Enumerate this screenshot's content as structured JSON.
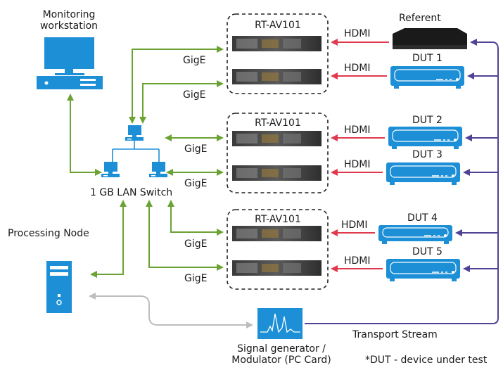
{
  "labels": {
    "monitoring": "Monitoring\nworkstation",
    "switch": "1 GB LAN Switch",
    "processing": "Processing Node",
    "signal_gen": "Signal generator /\nModulator (PC Card)",
    "footnote": "*DUT - device under test",
    "transport": "Transport Stream",
    "referent": "Referent",
    "rack1": "RT-AV101",
    "rack2": "RT-AV101",
    "rack3": "RT-AV101",
    "gige": [
      "GigE",
      "GigE",
      "GigE",
      "GigE",
      "GigE",
      "GigE"
    ],
    "hdmi": [
      "HDMI",
      "HDMI",
      "HDMI",
      "HDMI",
      "HDMI",
      "HDMI"
    ],
    "dut": [
      "DUT 1",
      "DUT 2",
      "DUT 3",
      "DUT 4",
      "DUT 5"
    ]
  },
  "colors": {
    "green": "#6aa333",
    "red": "#e0394e",
    "purple": "#4f4396",
    "gray": "#bdbdbd",
    "blue": "#1d8fd6",
    "device_dark": "#1a1a1a"
  },
  "icons": {
    "monitoring": "computer-monitor-icon",
    "switch": "network-switch-icon",
    "processing": "server-tower-icon",
    "signal_gen": "spectrum-analyzer-icon",
    "referent": "set-top-box-icon",
    "dut": "set-top-box-icon",
    "rack": "rack-unit-icon"
  }
}
